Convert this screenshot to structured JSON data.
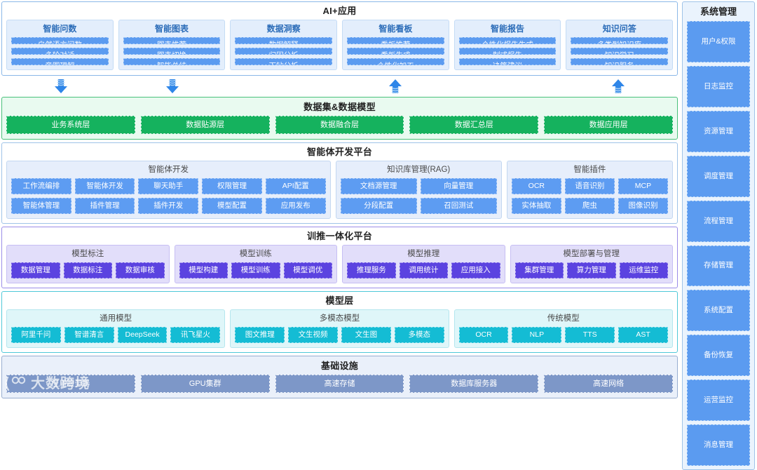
{
  "app_layer": {
    "title": "AI+应用",
    "groups": [
      {
        "title": "智能问数",
        "items": [
          "自然语言问数",
          "多轮对话",
          "意图理解"
        ],
        "arrow": "down"
      },
      {
        "title": "智能图表",
        "items": [
          "图表推荐",
          "图表切换",
          "智能总结"
        ],
        "arrow": "down"
      },
      {
        "title": "数据洞察",
        "items": [
          "数据解释",
          "归因分析",
          "下钻分析"
        ],
        "arrow": "none"
      },
      {
        "title": "智能看板",
        "items": [
          "看板推荐",
          "看板生成",
          "个性化加工"
        ],
        "arrow": "up"
      },
      {
        "title": "智能报告",
        "items": [
          "个性化报告生成",
          "制式报告",
          "决策建议"
        ],
        "arrow": "none"
      },
      {
        "title": "知识问答",
        "items": [
          "多类型知识库",
          "知识学习",
          "知识服务"
        ],
        "arrow": "up"
      }
    ]
  },
  "data_layer": {
    "title": "数据集&数据模型",
    "items": [
      "业务系统层",
      "数据贴源层",
      "数据融合层",
      "数据汇总层",
      "数据应用层"
    ]
  },
  "agent_layer": {
    "title": "智能体开发平台",
    "groups": [
      {
        "title": "智能体开发",
        "rows": [
          [
            "工作流编排",
            "智能体开发",
            "聊天助手",
            "权限管理",
            "API配置"
          ],
          [
            "智能体管理",
            "插件管理",
            "插件开发",
            "模型配置",
            "应用发布"
          ]
        ]
      },
      {
        "title": "知识库管理(RAG)",
        "rows": [
          [
            "文档源管理",
            "向量管理"
          ],
          [
            "分段配置",
            "召回测试"
          ]
        ]
      },
      {
        "title": "智能插件",
        "rows": [
          [
            "OCR",
            "语音识别",
            "MCP"
          ],
          [
            "实体抽取",
            "爬虫",
            "图像识别"
          ]
        ]
      }
    ]
  },
  "train_layer": {
    "title": "训推一体化平台",
    "groups": [
      {
        "title": "模型标注",
        "items": [
          "数据管理",
          "数据标注",
          "数据审核"
        ]
      },
      {
        "title": "模型训练",
        "items": [
          "模型构建",
          "模型训练",
          "模型调优"
        ]
      },
      {
        "title": "模型推理",
        "items": [
          "推理服务",
          "调用统计",
          "应用接入"
        ]
      },
      {
        "title": "模型部署与管理",
        "items": [
          "集群管理",
          "算力管理",
          "运维监控"
        ]
      }
    ]
  },
  "model_layer": {
    "title": "模型层",
    "groups": [
      {
        "title": "通用模型",
        "items": [
          "阿里千问",
          "智谱清言",
          "DeepSeek",
          "讯飞星火"
        ]
      },
      {
        "title": "多模态模型",
        "items": [
          "图文推理",
          "文生视频",
          "文生图",
          "多模态"
        ]
      },
      {
        "title": "传统模型",
        "items": [
          "OCR",
          "NLP",
          "TTS",
          "AST"
        ]
      }
    ]
  },
  "infra_layer": {
    "title": "基础设施",
    "items": [
      "应用服务器",
      "GPU集群",
      "高速存储",
      "数据库服务器",
      "高速网络"
    ]
  },
  "sidebar": {
    "title": "系统管理",
    "items": [
      "用户&权限",
      "日志监控",
      "资源管理",
      "调度管理",
      "流程管理",
      "存储管理",
      "系统配置",
      "备份恢复",
      "运营监控",
      "消息管理"
    ]
  },
  "watermark": {
    "text": "大数跨境",
    "mark": "∞"
  },
  "colors": {
    "app_chip": "#5b9bf0",
    "data_chip": "#15b25e",
    "agent_chip": "#5d9cf2",
    "train_chip": "#5b43e0",
    "model_chip": "#14bcd4",
    "infra_chip": "#7d97c8",
    "sidebar_chip": "#5b9bf0",
    "arrow": "#2f86e8"
  }
}
